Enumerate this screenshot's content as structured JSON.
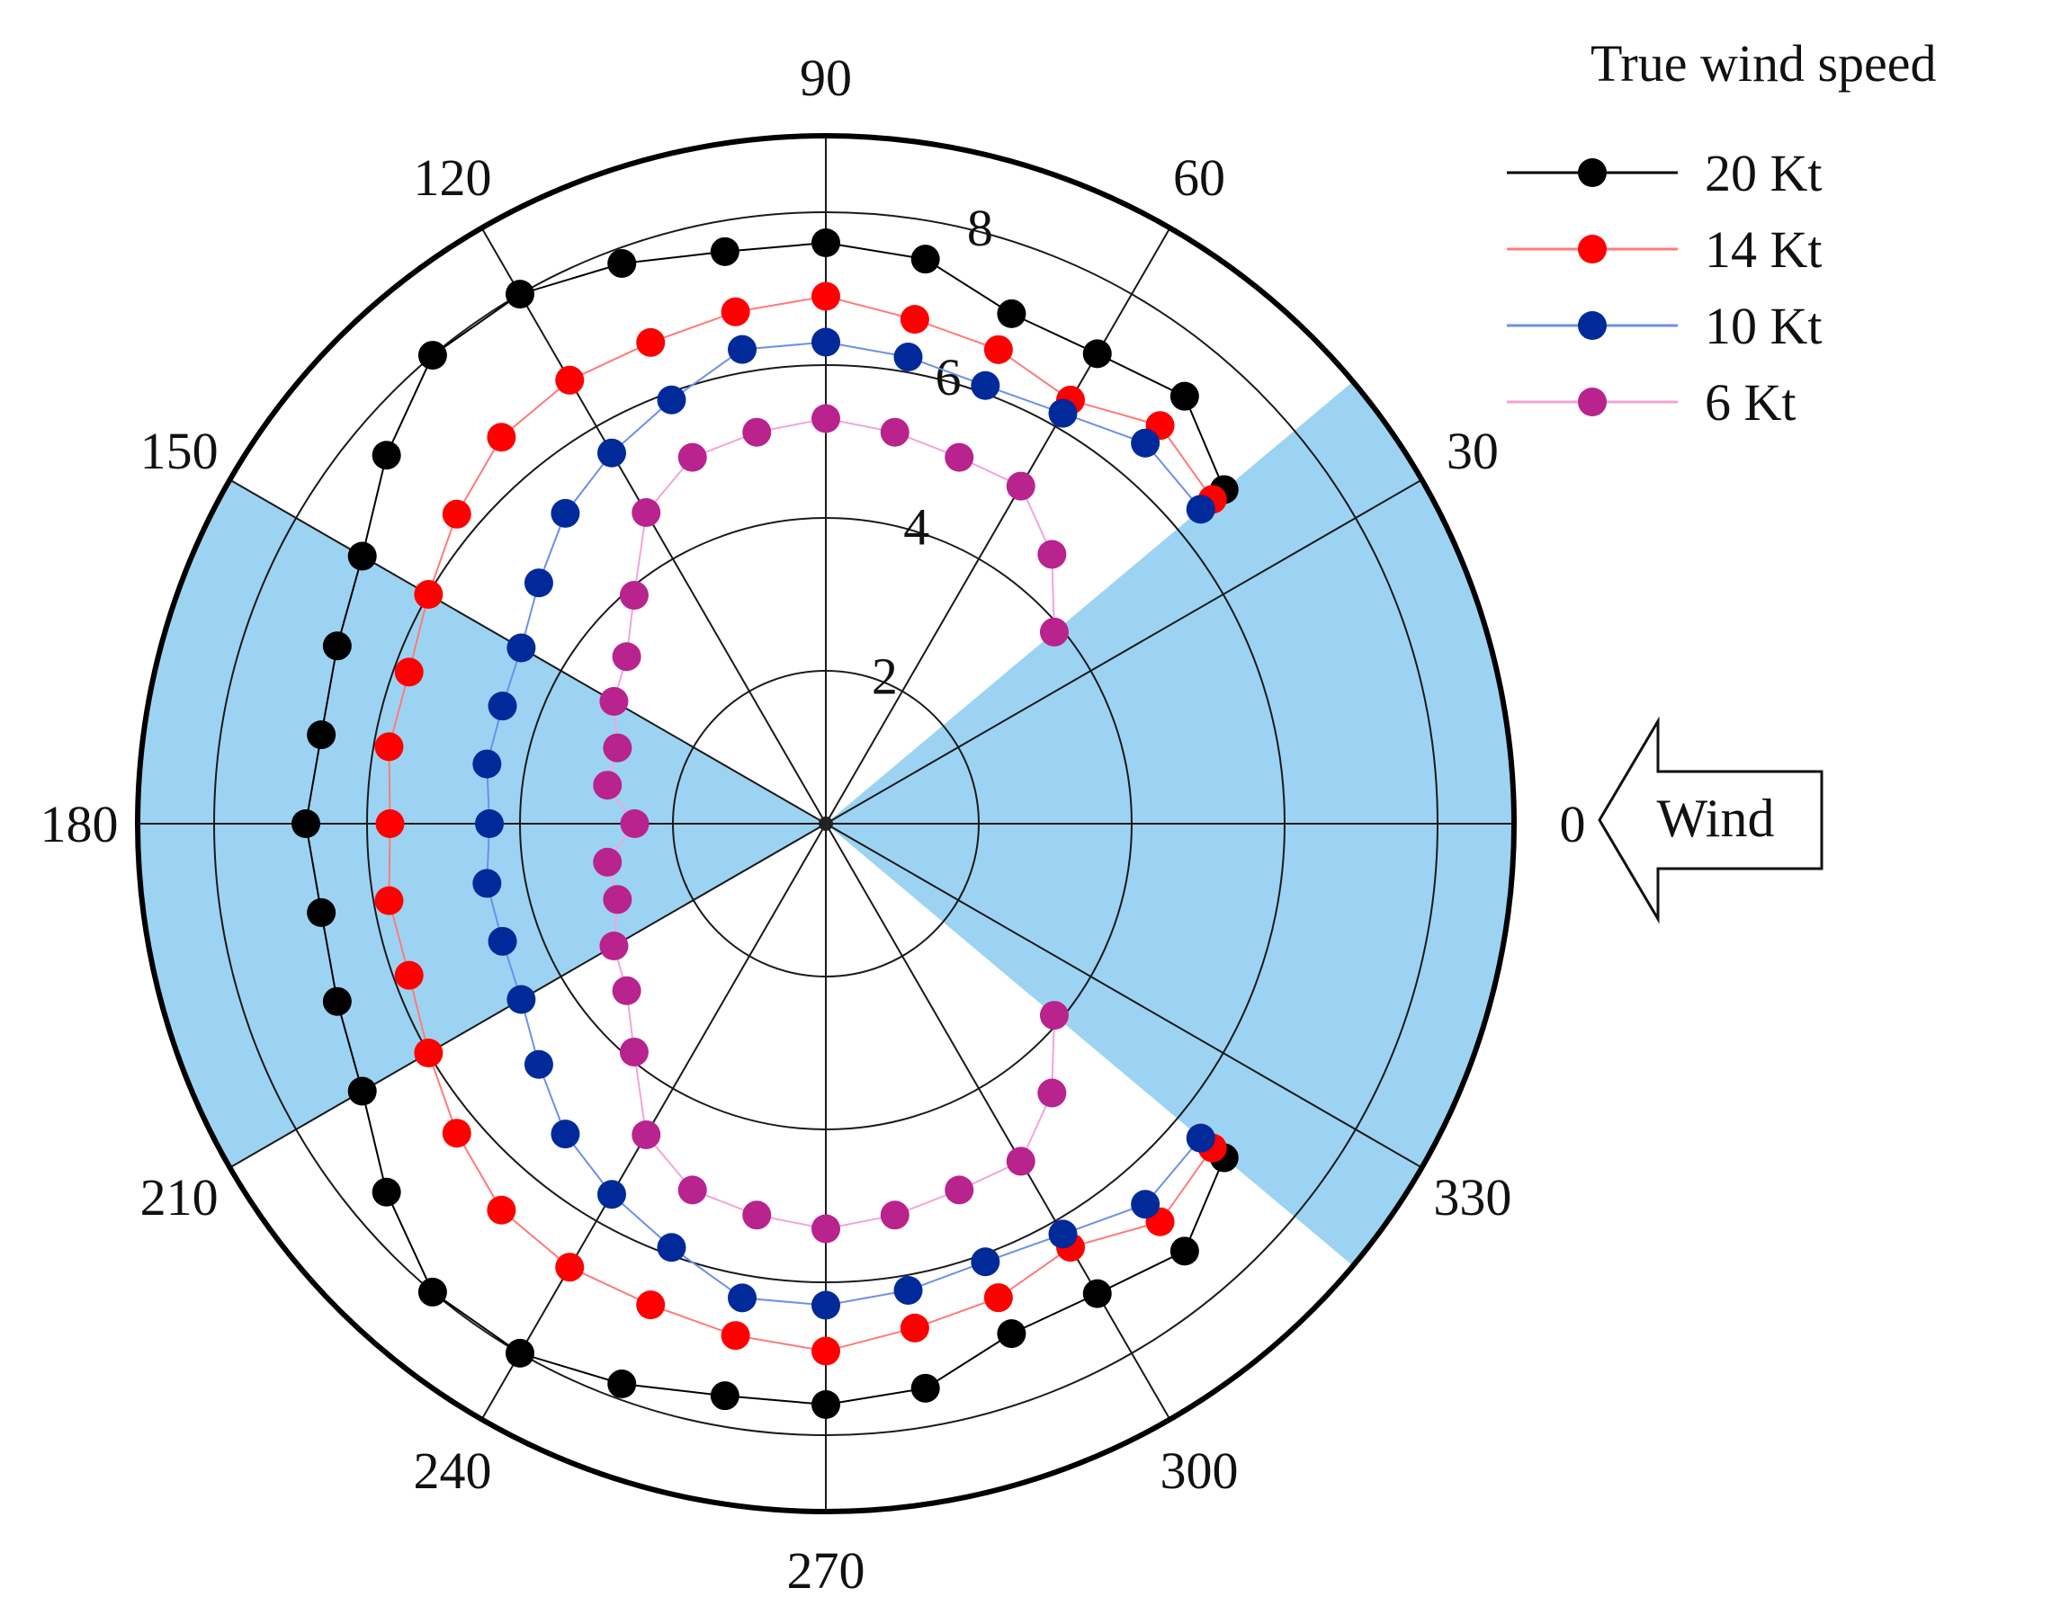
{
  "chart_data": {
    "type": "polar",
    "title": "",
    "angular_ticks": [
      0,
      30,
      60,
      90,
      120,
      150,
      180,
      210,
      240,
      270,
      300,
      330
    ],
    "radial_ticks": [
      2,
      4,
      6,
      8
    ],
    "r_max": 9,
    "shaded_sectors_deg": [
      [
        -40,
        40
      ],
      [
        150,
        210
      ]
    ],
    "shade_color": "#9dd3f2",
    "legend": {
      "title": "True wind speed",
      "position": "top-right"
    },
    "wind_label": "Wind",
    "series": [
      {
        "name": "20 Kt",
        "color": "#000000",
        "line_color": "#000000",
        "angles": [
          40,
          50,
          60,
          70,
          80,
          90,
          100,
          110,
          120,
          130,
          140,
          150,
          160,
          170,
          180,
          190,
          200,
          210,
          220,
          230,
          240,
          250,
          260,
          270,
          280,
          290,
          300,
          310,
          320
        ],
        "r": [
          6.8,
          7.3,
          7.1,
          7.1,
          7.5,
          7.6,
          7.6,
          7.8,
          8.0,
          8.0,
          7.5,
          7.0,
          6.8,
          6.7,
          6.8,
          6.7,
          6.8,
          7.0,
          7.5,
          8.0,
          8.0,
          7.8,
          7.6,
          7.6,
          7.5,
          7.1,
          7.1,
          7.3,
          6.8
        ]
      },
      {
        "name": "14 Kt",
        "color": "#ff0000",
        "line_color": "#ff7a7a",
        "angles": [
          40,
          50,
          60,
          70,
          80,
          90,
          100,
          110,
          120,
          130,
          140,
          150,
          160,
          170,
          180,
          190,
          200,
          210,
          220,
          230,
          240,
          250,
          260,
          270,
          280,
          290,
          300,
          310,
          320
        ],
        "r": [
          6.6,
          6.8,
          6.4,
          6.6,
          6.7,
          6.9,
          6.8,
          6.7,
          6.7,
          6.6,
          6.3,
          6.0,
          5.8,
          5.8,
          5.7,
          5.8,
          5.8,
          6.0,
          6.3,
          6.6,
          6.7,
          6.7,
          6.8,
          6.9,
          6.7,
          6.6,
          6.4,
          6.8,
          6.6
        ]
      },
      {
        "name": "10 Kt",
        "color": "#002a9a",
        "line_color": "#6f8fe8",
        "angles": [
          40,
          50,
          60,
          70,
          80,
          90,
          100,
          110,
          120,
          130,
          140,
          150,
          160,
          170,
          180,
          190,
          200,
          210,
          220,
          230,
          240,
          250,
          260,
          270,
          280,
          290,
          300,
          310,
          320
        ],
        "r": [
          6.4,
          6.5,
          6.2,
          6.1,
          6.2,
          6.3,
          6.3,
          5.9,
          5.6,
          5.3,
          4.9,
          4.6,
          4.5,
          4.5,
          4.4,
          4.5,
          4.5,
          4.6,
          4.9,
          5.3,
          5.6,
          5.9,
          6.3,
          6.3,
          6.2,
          6.1,
          6.2,
          6.5,
          6.4
        ]
      },
      {
        "name": "6 Kt",
        "color": "#b8238e",
        "line_color": "#f2a5d6",
        "angles": [
          40,
          50,
          60,
          70,
          80,
          90,
          100,
          110,
          120,
          130,
          140,
          150,
          160,
          170,
          180,
          190,
          200,
          210,
          220,
          230,
          240,
          250,
          260,
          270,
          280,
          290,
          300,
          310,
          320
        ],
        "r": [
          3.9,
          4.6,
          5.1,
          5.1,
          5.2,
          5.3,
          5.2,
          5.1,
          4.7,
          3.9,
          3.4,
          3.2,
          2.9,
          2.9,
          2.5,
          2.9,
          2.9,
          3.2,
          3.4,
          3.9,
          4.7,
          5.1,
          5.2,
          5.3,
          5.2,
          5.1,
          5.1,
          4.6,
          3.9
        ]
      }
    ]
  }
}
